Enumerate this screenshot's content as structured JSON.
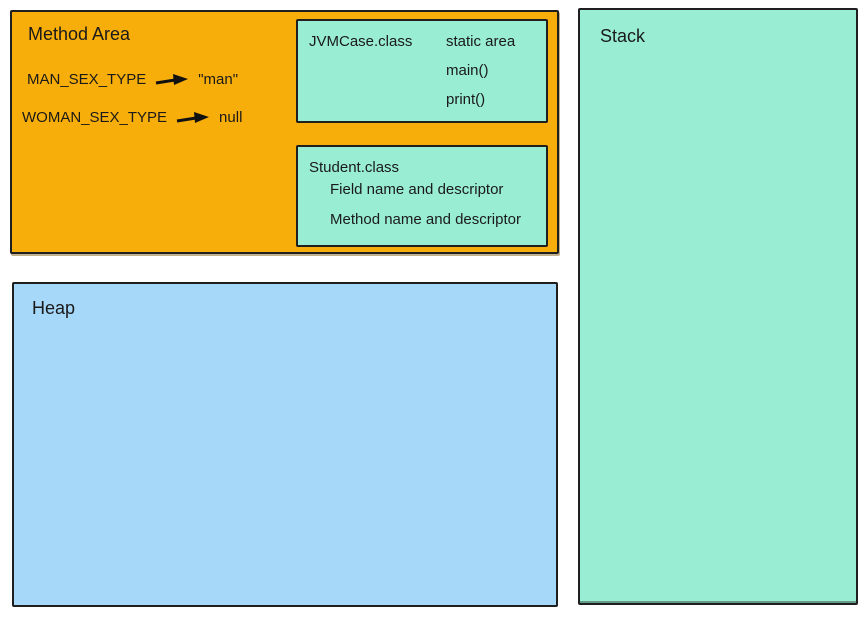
{
  "diagram": {
    "method_area": {
      "title": "Method Area",
      "statics": [
        {
          "name": "MAN_SEX_TYPE",
          "value": "\"man\""
        },
        {
          "name": "WOMAN_SEX_TYPE",
          "value": "null"
        }
      ],
      "jvmcase_box": {
        "title": "JVMCase.class",
        "items": [
          "static area",
          "main()",
          "print()"
        ]
      },
      "student_box": {
        "title": "Student.class",
        "items": [
          "Field name and descriptor",
          "Method name and descriptor"
        ]
      }
    },
    "heap": {
      "title": "Heap"
    },
    "stack": {
      "title": "Stack"
    },
    "colors": {
      "method_area_fill": "#F8AE0A",
      "class_box_fill": "#99EDD2",
      "heap_fill": "#A6D8FA",
      "stack_fill": "#99EDD2",
      "border": "#1f1f1f"
    }
  }
}
